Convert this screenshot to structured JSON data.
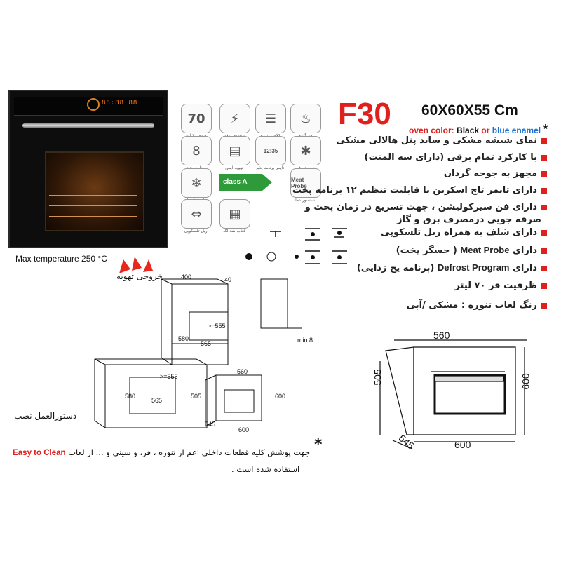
{
  "header": {
    "model": "F30",
    "dimensions": "60X60X55 Cm",
    "color_label": "oven color:",
    "color_black": "Black",
    "color_or": "or",
    "color_blue": "blue enamel",
    "star": "*"
  },
  "oven_photo": {
    "display_text": "88:88 88"
  },
  "max_temperature": "Max temperature 250 °C",
  "icons": [
    {
      "name": "volume-70-icon",
      "glyph": "70",
      "caption": "حجم ۷۰ لیتر"
    },
    {
      "name": "electric-oven-icon",
      "glyph": "⚡",
      "caption": "سیستم برقی"
    },
    {
      "name": "energy-label-icon",
      "glyph": "☰",
      "caption": "کلاس انرژی"
    },
    {
      "name": "flame-icon",
      "glyph": "♨",
      "caption": "فر گازی"
    },
    {
      "name": "program-icon",
      "glyph": "8",
      "caption": "برنامه پخت"
    },
    {
      "name": "grill-icon",
      "glyph": "▤",
      "caption": "تهویه ایمن"
    },
    {
      "name": "timer-icon",
      "glyph": "12:35",
      "caption": "تایمر برنامه پذیر"
    },
    {
      "name": "fan-icon",
      "glyph": "✱",
      "caption": "سیستم فن"
    },
    {
      "name": "defrost-icon",
      "glyph": "❄",
      "caption": "برنامه یخ زدایی"
    },
    {
      "name": "meat-probe-icon",
      "glyph": "Meat Probe",
      "caption": "سنسور دما"
    },
    {
      "name": "telescopic-rail-icon",
      "glyph": "⇔",
      "caption": "ریل تلسکوپی"
    },
    {
      "name": "easy-clean-icon",
      "glyph": "▦",
      "caption": "لعاب ضد لک"
    }
  ],
  "energy_class": "class A",
  "features": [
    "نمای شیشه مشکی و ساید پنل هالالی مشکی",
    "با کارکرد تمام برقی (دارای سه المنت)",
    "مجهز به جوجه گردان",
    "دارای تایمر تاچ اسکرین با قابلیت تنظیم ۱۲ برنامه پخت",
    "دارای فن سیرکولیشن ، جهت تسریع در زمان پخت و",
    "صرفه جویی درمصرف برق و گاز",
    "دارای شلف به همراه ریل تلسکوپی",
    "ظرفیت فر ۷۰ لیتر",
    "رنگ لعاب تنوره : مشکی /آبی"
  ],
  "feature_meat_probe": {
    "prefix": "دارای",
    "en": "Meat Probe",
    "fa": "( حسگر پخت)"
  },
  "feature_defrost": {
    "prefix": "دارای",
    "en": "Defrost Program",
    "fa": "(برنامه یخ زدایی)"
  },
  "install": {
    "vent_label": "خروجی تهویه",
    "title": "دستورالعمل نصب",
    "dims": {
      "d400": "400",
      "d40": "40",
      "d555a": ">=555",
      "d580a": "580",
      "d565a": "565",
      "d560a": "560",
      "d555b": ">=555",
      "d580b": "580",
      "d565b": "565",
      "d505": "505",
      "d600v": "600",
      "d545": "545",
      "d600h": "600",
      "min8": "min 8"
    }
  },
  "front_dims": {
    "w560": "560",
    "h505": "505",
    "h600": "600",
    "d545": "545",
    "w600": "600"
  },
  "footnote": {
    "star": "*",
    "easy_clean": "Easy to Clean",
    "line1": "جهت پوشش کلیه قطعات داخلی اعم از تنوره ، فر، و سینی و ... از لعاب",
    "line2": "استفاده شده است ."
  },
  "colors": {
    "accent": "#e0201c",
    "blue": "#1a6fd0",
    "green": "#2e9a3a"
  }
}
